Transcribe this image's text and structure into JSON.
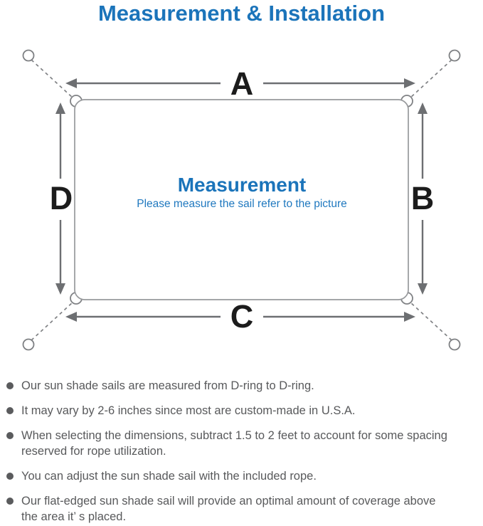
{
  "title": {
    "text": "Measurement & Installation",
    "color": "#1b74ba"
  },
  "diagram": {
    "heading": "Measurement",
    "subheading": "Please measure the sail refer to the picture",
    "side_labels": {
      "top": "A",
      "right": "B",
      "bottom": "C",
      "left": "D"
    },
    "icons": {
      "anchor_point": "anchor-ring-icon",
      "corner_ring": "d-ring-icon",
      "rope": "dashed-rope-line"
    },
    "colors": {
      "accent_blue": "#1b74ba",
      "subtitle_blue": "#1f78bf",
      "outline_gray": "#97999c",
      "rope_gray": "#7f8184",
      "arrow_gray": "#6d6f72",
      "label_black": "#1c1c1c"
    }
  },
  "bullets": {
    "color": "#58595b",
    "items": [
      {
        "line1": "Our sun shade sails are measured from D-ring to D-ring."
      },
      {
        "line1": "It may vary by 2-6 inches since most are custom-made in U.S.A."
      },
      {
        "line1": "When selecting the dimensions, subtract 1.5 to 2 feet to account for some spacing",
        "line2": "reserved for rope utilization."
      },
      {
        "line1": "You can adjust the sun shade sail with the included rope."
      },
      {
        "line1": "Our flat-edged sun shade sail will provide an optimal amount of coverage above",
        "line2": "the area it’ s placed."
      }
    ]
  }
}
